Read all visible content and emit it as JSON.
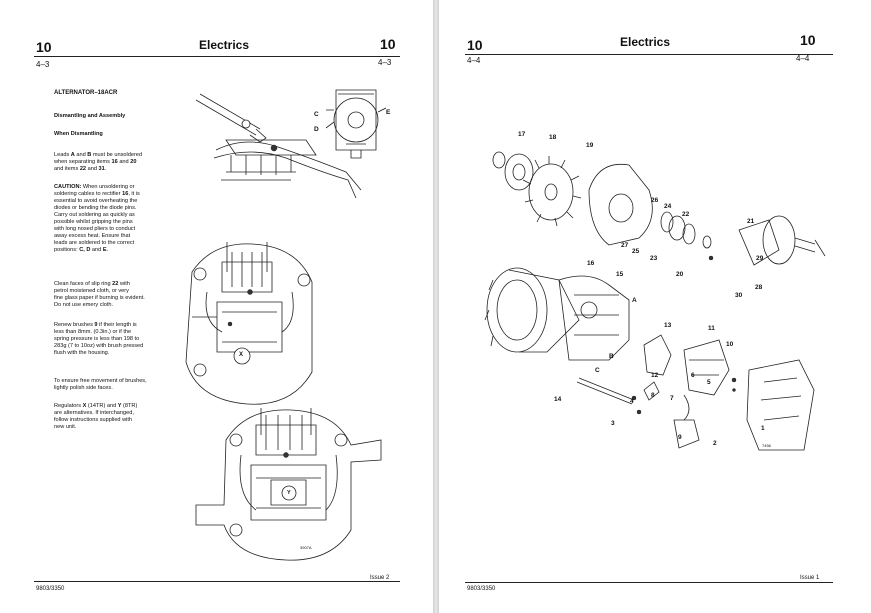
{
  "left": {
    "chapter_number": "10",
    "chapter_title": "Electrics",
    "chapter_number_right": "10",
    "section_left": "4–3",
    "section_right": "4–3",
    "heading": "ALTERNATOR–18ACR",
    "subheading1": "Dismantling and Assembly",
    "subheading2": "When Dismantling",
    "paragraphs": [
      [
        "Leads ",
        {
          "b": "A"
        },
        " and ",
        {
          "b": "B"
        },
        " must be unsoldered",
        "\n",
        "when separating items ",
        {
          "b": "16"
        },
        " and ",
        {
          "b": "20"
        },
        "\n",
        "and items ",
        {
          "b": "22"
        },
        " and ",
        {
          "b": "31"
        },
        "."
      ],
      [
        {
          "b": "CAUTION:"
        },
        " When unsoldering or",
        "\n",
        "soldering cables to rectifier ",
        {
          "b": "16"
        },
        ", it is",
        "\n",
        "essential to avoid overheating the",
        "\n",
        "diodes or bending the diode pins.",
        "\n",
        "Carry out soldering as quickly as",
        "\n",
        "possible whilst gripping the pins",
        "\n",
        "with long nosed pliers to conduct",
        "\n",
        "away excess heat. Ensure that",
        "\n",
        "leads are soldered to the correct",
        "\n",
        "positions: ",
        {
          "b": "C, D"
        },
        " and ",
        {
          "b": "E"
        },
        "."
      ],
      [
        "Clean faces of slip ring ",
        {
          "b": "22"
        },
        " with",
        "\n",
        "petrol moistened cloth, or very",
        "\n",
        "fine glass paper if burning is evident.",
        "\n",
        "Do not use emery cloth."
      ],
      [
        "Renew brushes ",
        {
          "b": "9"
        },
        " if their length is",
        "\n",
        "less than 8mm. (0.3in.) or if the",
        "\n",
        "spring pressure is less than 198 to",
        "\n",
        "283g (7 to 10oz) with brush pressed",
        "\n",
        "flush with the housing."
      ],
      [
        "To ensure free movement of brushes,",
        "\n",
        "lightly polish side faces."
      ],
      [
        "Regulators ",
        {
          "b": "X"
        },
        " (14TR) and ",
        {
          "b": "Y"
        },
        " (8TR)",
        "\n",
        "are alternatives. If interchanged,",
        "\n",
        "follow instructions supplied with",
        "\n",
        "new unit."
      ]
    ],
    "fig_labels": {
      "c": "C",
      "d": "D",
      "e": "E",
      "x": "X",
      "y": "Y",
      "ref": "3907A"
    },
    "footer_left": "9803/3350",
    "footer_right": "Issue 2"
  },
  "right": {
    "chapter_number": "10",
    "chapter_title": "Electrics",
    "chapter_number_right": "10",
    "section_left": "4–4",
    "section_right": "4–4",
    "callouts": [
      "17",
      "18",
      "19",
      "26",
      "24",
      "22",
      "21",
      "27",
      "25",
      "23",
      "29",
      "20",
      "28",
      "30",
      "16",
      "15",
      "A",
      "13",
      "11",
      "10",
      "B",
      "C",
      "12",
      "6",
      "5",
      "14",
      "8",
      "7",
      "4",
      "3",
      "9",
      "2",
      "1"
    ],
    "fig_ref": "7456",
    "footer_left": "9803/3350",
    "footer_right": "Issue 1"
  }
}
